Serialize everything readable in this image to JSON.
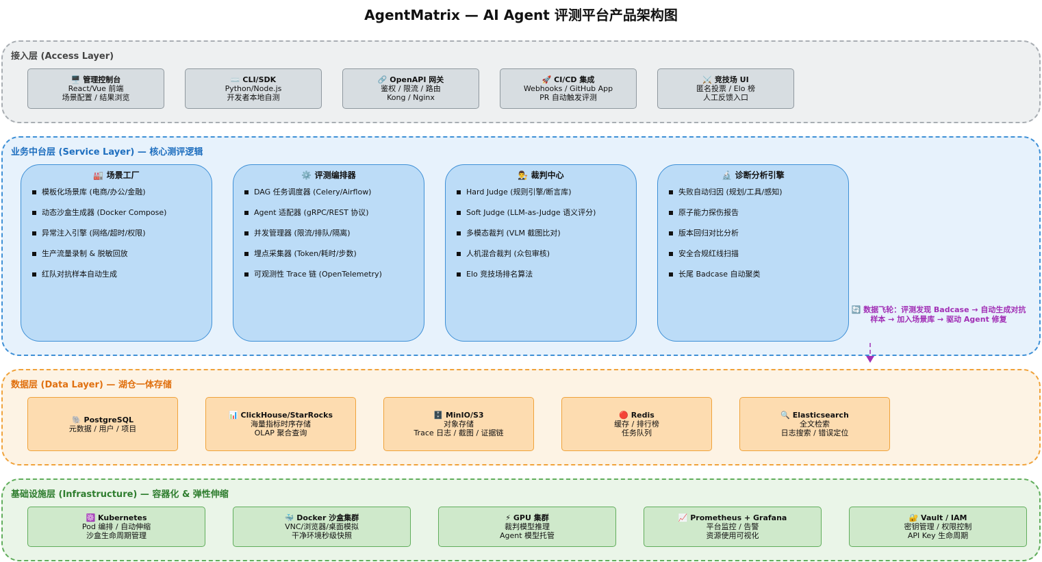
{
  "title": "AgentMatrix — AI Agent 评测平台产品架构图",
  "access_layer": {
    "label": "接入层 (Access Layer)",
    "boxes": [
      {
        "icon": "🖥️",
        "icon_name": "monitor-icon",
        "title": "管理控制台",
        "lines": [
          "React/Vue 前端",
          "场景配置 / 结果浏览"
        ]
      },
      {
        "icon": "⌨️",
        "icon_name": "keyboard-icon",
        "title": "CLI/SDK",
        "lines": [
          "Python/Node.js",
          "开发者本地自测"
        ]
      },
      {
        "icon": "🔗",
        "icon_name": "link-icon",
        "title": "OpenAPI 网关",
        "lines": [
          "鉴权 / 限流 / 路由",
          "Kong / Nginx"
        ]
      },
      {
        "icon": "🚀",
        "icon_name": "rocket-icon",
        "title": "CI/CD 集成",
        "lines": [
          "Webhooks / GitHub App",
          "PR 自动触发评测"
        ]
      },
      {
        "icon": "⚔️",
        "icon_name": "crossed-swords-icon",
        "title": "竞技场 UI",
        "lines": [
          "匿名投票 / Elo 榜",
          "人工反馈入口"
        ]
      }
    ]
  },
  "service_layer": {
    "label": "业务中台层 (Service Layer) — 核心测评逻辑",
    "modules": [
      {
        "icon": "🏭",
        "icon_name": "factory-icon",
        "title": "场景工厂",
        "items": [
          "模板化场景库 (电商/办公/金融)",
          "动态沙盒生成器 (Docker Compose)",
          "异常注入引擎 (网络/超时/权限)",
          "生产流量录制 & 脱敏回放",
          "红队对抗样本自动生成"
        ]
      },
      {
        "icon": "⚙️",
        "icon_name": "gear-icon",
        "title": "评测编排器",
        "items": [
          "DAG 任务调度器 (Celery/Airflow)",
          "Agent 适配器 (gRPC/REST 协议)",
          "并发管理器 (限流/排队/隔离)",
          "埋点采集器 (Token/耗时/步数)",
          "可观测性 Trace 链 (OpenTelemetry)"
        ]
      },
      {
        "icon": "👨‍⚖️",
        "icon_name": "judge-icon",
        "title": "裁判中心",
        "items": [
          "Hard Judge (规则引擎/断言库)",
          "Soft Judge (LLM-as-Judge 语义评分)",
          "多模态裁判 (VLM 截图比对)",
          "人机混合裁判 (众包审核)",
          "Elo 竞技场排名算法"
        ]
      },
      {
        "icon": "🔬",
        "icon_name": "microscope-icon",
        "title": "诊断分析引擎",
        "items": [
          "失败自动归因 (规划/工具/感知)",
          "原子能力探伤报告",
          "版本回归对比分析",
          "安全合规红线扫描",
          "长尾 Badcase 自动聚类"
        ]
      }
    ],
    "flywheel": {
      "icon": "🔄",
      "icon_name": "cycle-icon",
      "text": "数据飞轮：评测发现 Badcase → 自动生成对抗样本 → 加入场景库 → 驱动 Agent 修复"
    }
  },
  "data_layer": {
    "label": "数据层 (Data Layer) — 湖仓一体存储",
    "boxes": [
      {
        "icon": "🐘",
        "icon_name": "elephant-icon",
        "title": "PostgreSQL",
        "lines": [
          "元数据 / 用户 / 项目"
        ]
      },
      {
        "icon": "📊",
        "icon_name": "bar-chart-icon",
        "title": "ClickHouse/StarRocks",
        "lines": [
          "海量指标时序存储",
          "OLAP 聚合查询"
        ]
      },
      {
        "icon": "🗄️",
        "icon_name": "file-cabinet-icon",
        "title": "MinIO/S3",
        "lines": [
          "对象存储",
          "Trace 日志 / 截图 / 证据链"
        ]
      },
      {
        "icon": "🔴",
        "icon_name": "red-circle-icon",
        "title": "Redis",
        "lines": [
          "缓存 / 排行榜",
          "任务队列"
        ]
      },
      {
        "icon": "🔍",
        "icon_name": "magnifier-icon",
        "title": "Elasticsearch",
        "lines": [
          "全文检索",
          "日志搜索 / 错误定位"
        ]
      }
    ]
  },
  "infra_layer": {
    "label": "基础设施层 (Infrastructure) — 容器化 & 弹性伸缩",
    "boxes": [
      {
        "icon": "☸️",
        "icon_name": "helm-wheel-icon",
        "title": "Kubernetes",
        "lines": [
          "Pod 编排 / 自动伸缩",
          "沙盒生命周期管理"
        ]
      },
      {
        "icon": "🐳",
        "icon_name": "whale-icon",
        "title": "Docker 沙盒集群",
        "lines": [
          "VNC/浏览器/桌面模拟",
          "干净环境秒级快照"
        ]
      },
      {
        "icon": "⚡",
        "icon_name": "lightning-icon",
        "title": "GPU 集群",
        "lines": [
          "裁判模型推理",
          "Agent 模型托管"
        ]
      },
      {
        "icon": "📈",
        "icon_name": "trend-chart-icon",
        "title": "Prometheus + Grafana",
        "lines": [
          "平台监控 / 告警",
          "资源使用可视化"
        ]
      },
      {
        "icon": "🔐",
        "icon_name": "lock-key-icon",
        "title": "Vault / IAM",
        "lines": [
          "密钥管理 / 权限控制",
          "API Key 生命周期"
        ]
      }
    ]
  },
  "colors": {
    "access_border": "#a8adb2",
    "service_border": "#3d8fd6",
    "data_border": "#f0a23a",
    "infra_border": "#60ad5b",
    "flywheel": "#a12fb5"
  }
}
